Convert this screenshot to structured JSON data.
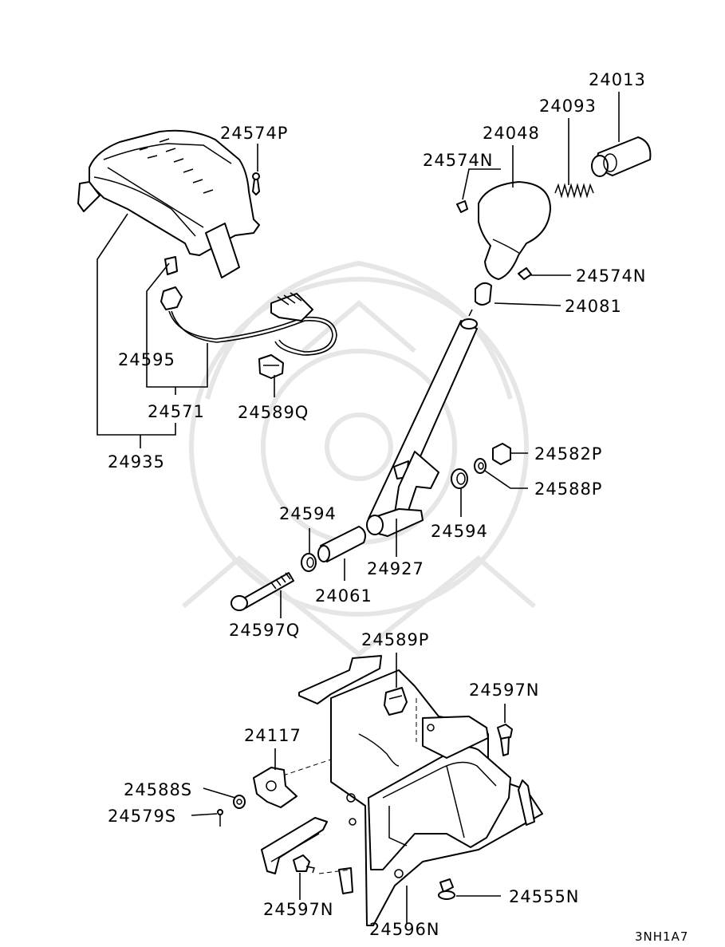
{
  "diagram_code": "3NH1A7",
  "labels": [
    {
      "id": "24013",
      "text": "24013"
    },
    {
      "id": "24093",
      "text": "24093"
    },
    {
      "id": "24048",
      "text": "24048"
    },
    {
      "id": "24574N-a",
      "text": "24574N"
    },
    {
      "id": "24574N-b",
      "text": "24574N"
    },
    {
      "id": "24081",
      "text": "24081"
    },
    {
      "id": "24574P",
      "text": "24574P"
    },
    {
      "id": "24595",
      "text": "24595"
    },
    {
      "id": "24571",
      "text": "24571"
    },
    {
      "id": "24589Q",
      "text": "24589Q"
    },
    {
      "id": "24935",
      "text": "24935"
    },
    {
      "id": "24582P",
      "text": "24582P"
    },
    {
      "id": "24588P",
      "text": "24588P"
    },
    {
      "id": "24594-a",
      "text": "24594"
    },
    {
      "id": "24594-b",
      "text": "24594"
    },
    {
      "id": "24927",
      "text": "24927"
    },
    {
      "id": "24061",
      "text": "24061"
    },
    {
      "id": "24597Q",
      "text": "24597Q"
    },
    {
      "id": "24589P",
      "text": "24589P"
    },
    {
      "id": "24597N-a",
      "text": "24597N"
    },
    {
      "id": "24117",
      "text": "24117"
    },
    {
      "id": "24588S",
      "text": "24588S"
    },
    {
      "id": "24579S",
      "text": "24579S"
    },
    {
      "id": "24597N-b",
      "text": "24597N"
    },
    {
      "id": "24555N",
      "text": "24555N"
    },
    {
      "id": "24596N",
      "text": "24596N"
    }
  ]
}
